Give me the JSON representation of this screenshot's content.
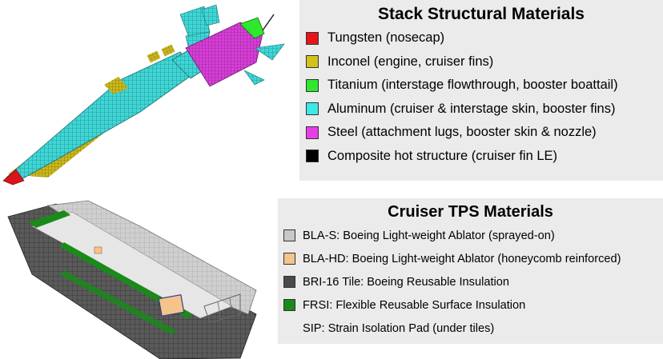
{
  "stack_legend": {
    "title": "Stack Structural Materials",
    "items": [
      {
        "label": "Tungsten (nosecap)",
        "color": "#e8141c"
      },
      {
        "label": "Inconel (engine, cruiser fins)",
        "color": "#d4c21a"
      },
      {
        "label": "Titanium (interstage flowthrough, booster boattail)",
        "color": "#2ee82e"
      },
      {
        "label": "Aluminum (cruiser & interstage skin, booster fins)",
        "color": "#3ee8e8"
      },
      {
        "label": "Steel (attachment lugs, booster skin & nozzle)",
        "color": "#e83ee8"
      },
      {
        "label": "Composite hot structure (cruiser fin LE)",
        "color": "#000000"
      }
    ]
  },
  "tps_legend": {
    "title": "Cruiser TPS Materials",
    "items": [
      {
        "label": "BLA-S: Boeing Light-weight Ablator (sprayed-on)",
        "color": "#c8c8c8"
      },
      {
        "label": "BLA-HD: Boeing Light-weight Ablator (honeycomb reinforced)",
        "color": "#f5c48a"
      },
      {
        "label": "BRI-16 Tile: Boeing Reusable Insulation",
        "color": "#4a4a4a"
      },
      {
        "label": "FRSI: Flexible Reusable Surface Insulation",
        "color": "#1a8a1a"
      },
      {
        "label": "SIP: Strain Isolation Pad (under tiles)",
        "color": ""
      }
    ]
  }
}
